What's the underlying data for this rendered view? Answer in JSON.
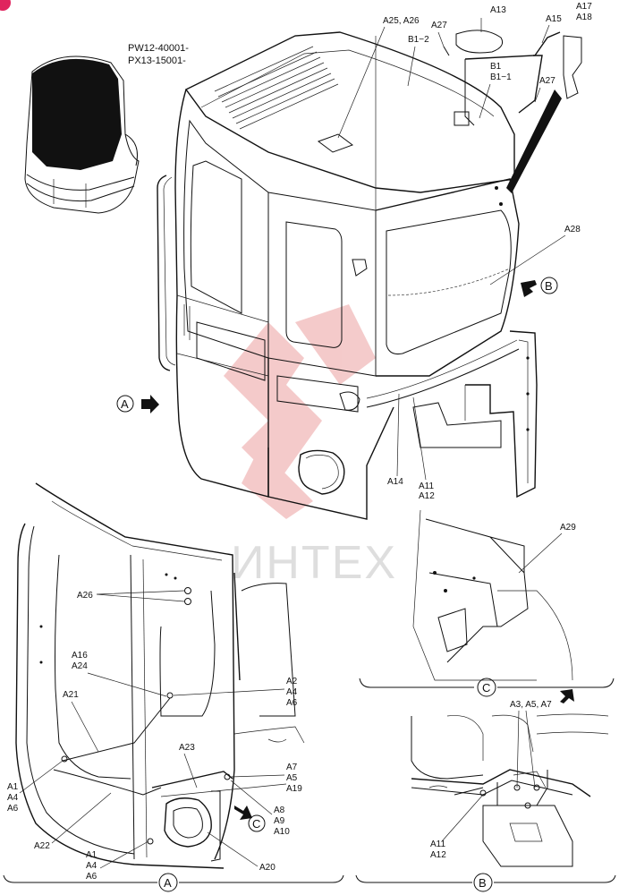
{
  "serial": [
    "PW12-40001-",
    "PX13-15001-"
  ],
  "watermark": "ИНТЕХ",
  "views": {
    "A": "A",
    "B": "B",
    "C": "C"
  },
  "labels": {
    "a25a26": "A25, A26",
    "a27_top": "A27",
    "a13": "A13",
    "a15": "A15",
    "a17": "A17",
    "a18": "A18",
    "b1_2": "B1−2",
    "b1": "B1",
    "b1_1": "B1−1",
    "a27_right": "A27",
    "a28": "A28",
    "a14": "A14",
    "a11_top": "A11",
    "a12_top": "A12",
    "a29": "A29",
    "a26": "A26",
    "a16": "A16",
    "a24": "A24",
    "a21": "A21",
    "a2": "A2",
    "a4_r": "A4",
    "a6_r": "A6",
    "a23": "A23",
    "a7": "A7",
    "a5": "A5",
    "a19": "A19",
    "a1_l": "A1",
    "a4_l": "A4",
    "a6_l": "A6",
    "a8": "A8",
    "a9": "A9",
    "a10": "A10",
    "a22": "A22",
    "a1_b": "A1",
    "a4_b": "A4",
    "a6_b": "A6",
    "a20": "A20",
    "a3a5a7": "A3, A5, A7",
    "a11_b": "A11",
    "a12_b": "A12"
  },
  "colors": {
    "line": "#111111",
    "watermark_red": "#e06a6a",
    "watermark_grey": "#c9c9c9",
    "corner_badge": "#e0245e"
  }
}
